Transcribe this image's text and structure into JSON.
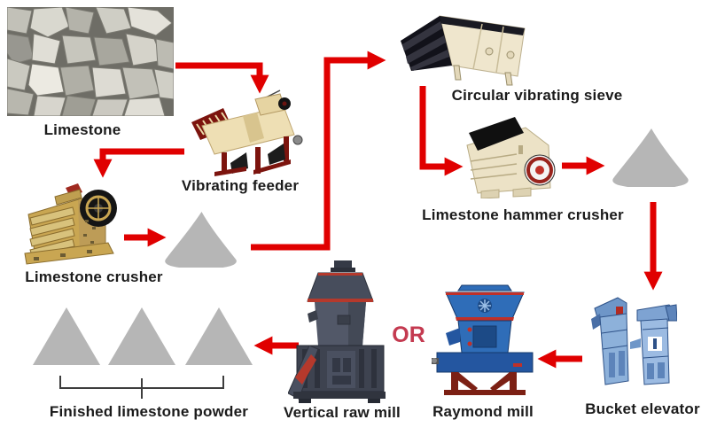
{
  "labels": {
    "limestone": "Limestone",
    "vibrating_feeder": "Vibrating feeder",
    "limestone_crusher": "Limestone crusher",
    "circular_vibrating_sieve": "Circular vibrating sieve",
    "limestone_hammer_crusher": "Limestone hammer crusher",
    "bucket_elevator": "Bucket elevator",
    "raymond_mill": "Raymond mill",
    "vertical_raw_mill": "Vertical raw mill",
    "finished_limestone_powder": "Finished limestone powder",
    "or": "OR"
  },
  "flow_edges": [
    {
      "from": "Limestone",
      "to": "Vibrating feeder"
    },
    {
      "from": "Vibrating feeder",
      "to": "Limestone crusher"
    },
    {
      "from": "Limestone crusher",
      "to": "Crushed limestone pile"
    },
    {
      "from": "Crushed limestone pile",
      "to": "Circular vibrating sieve"
    },
    {
      "from": "Circular vibrating sieve",
      "to": "Limestone hammer crusher"
    },
    {
      "from": "Limestone hammer crusher",
      "to": "Screened limestone pile"
    },
    {
      "from": "Screened limestone pile",
      "to": "Bucket elevator"
    },
    {
      "from": "Bucket elevator",
      "to": "Raymond mill"
    },
    {
      "from": "Raymond mill / Vertical raw mill (OR)",
      "to": "Finished limestone powder"
    }
  ],
  "colors": {
    "arrow_red": "#e00000",
    "or_red": "#c43a50",
    "label_black": "#1b1b1b",
    "pile_gray": "#b6b6b6",
    "bracket_gray": "#3d3d3d"
  }
}
